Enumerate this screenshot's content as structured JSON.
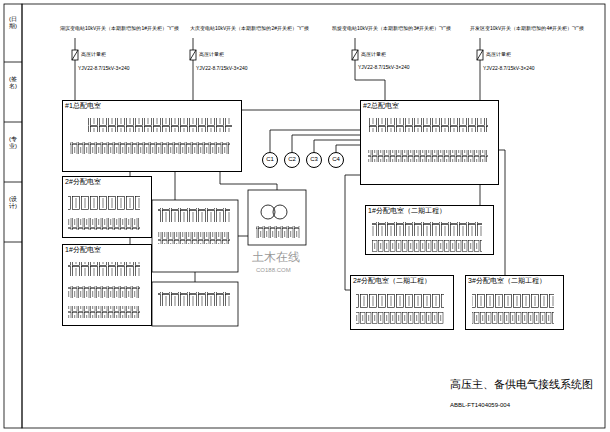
{
  "diagram": {
    "title": "高压主、备供电气接线系统图",
    "nodes": [
      {
        "text": [
          "#1总配电室"
        ]
      },
      {
        "text": [
          "2#分配电室"
        ]
      },
      {
        "text": [
          "1#分配电室"
        ]
      },
      {
        "text": [
          "#2总配电室"
        ]
      },
      {
        "text": [
          "1#分配电室（二期工程）"
        ]
      },
      {
        "text": [
          "2#分配电室（二期工程）"
        ]
      },
      {
        "text": [
          "3#分配电室（二期工程）"
        ]
      },
      {
        "text": [
          "C1"
        ]
      },
      {
        "text": [
          "C2"
        ]
      },
      {
        "text": [
          "C3"
        ]
      },
      {
        "text": [
          "C4"
        ]
      }
    ],
    "edges": [
      {
        "from": 0,
        "to": 3,
        "arrow": "none"
      },
      {
        "from": 0,
        "to": 1,
        "arrow": "none"
      },
      {
        "from": 1,
        "to": 2,
        "arrow": "none"
      },
      {
        "from": 3,
        "to": 4,
        "arrow": "none"
      },
      {
        "from": 3,
        "to": 5,
        "arrow": "none"
      },
      {
        "from": 3,
        "to": 6,
        "arrow": "none"
      },
      {
        "from": 3,
        "to": 7,
        "arrow": "none"
      },
      {
        "from": 3,
        "to": 8,
        "arrow": "none"
      },
      {
        "from": 3,
        "to": 9,
        "arrow": "none"
      },
      {
        "from": 3,
        "to": 10,
        "arrow": "none"
      }
    ],
    "labels": [
      "湖滨变电站10kV开关（本期新增加的1#开关柜）“Y”接",
      "大庆变电站10kV开关（本期新增加的2#开关柜）“Y”接",
      "凯旋变电站10kV开关（本期新增加的3#开关柜）“Y”接",
      "开发区变10kV开关（本期新增加的4#开关柜）“Y”接",
      "高压计量柜",
      "高压计量柜",
      "高压计量柜",
      "高压计量柜",
      "YJV22-8.7/15kV-3×240",
      "YJV22-8.7/15kV-3×240",
      "YJV22-8.7/15kV-3×240",
      "YJV22-8.7/15kV-3×240",
      "土木在线",
      "CO188.COM",
      "ABBL-FT1404059-004",
      "(日期)",
      "(签名)",
      "(专业)",
      "(设计)"
    ]
  }
}
